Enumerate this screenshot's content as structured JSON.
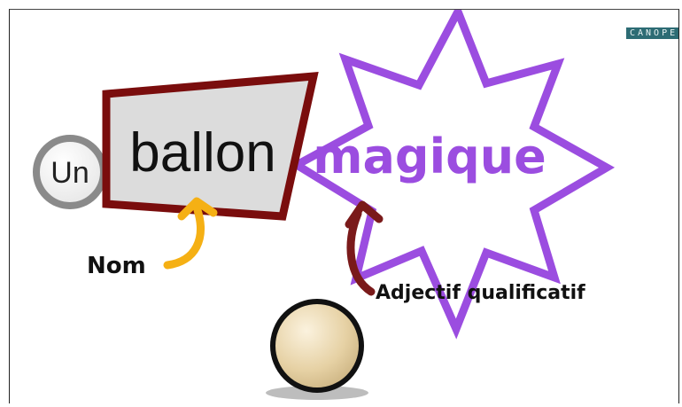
{
  "logo": {
    "text": "CANOPE"
  },
  "diagram": {
    "article": "Un",
    "noun": "ballon",
    "adjective": "magique",
    "noun_label": "Nom",
    "adjective_label": "Adjectif qualificatif"
  },
  "colors": {
    "article_ring": "#8a8a8a",
    "noun_box_border": "#7a0d0d",
    "noun_box_fill": "#dcdcdc",
    "star_border": "#9b4de0",
    "adjective_text": "#9b4de0",
    "noun_arrow": "#f5b014",
    "adjective_arrow": "#7a1a1a",
    "ball_fill": "#e8d3a8",
    "ball_outline": "#111111"
  }
}
